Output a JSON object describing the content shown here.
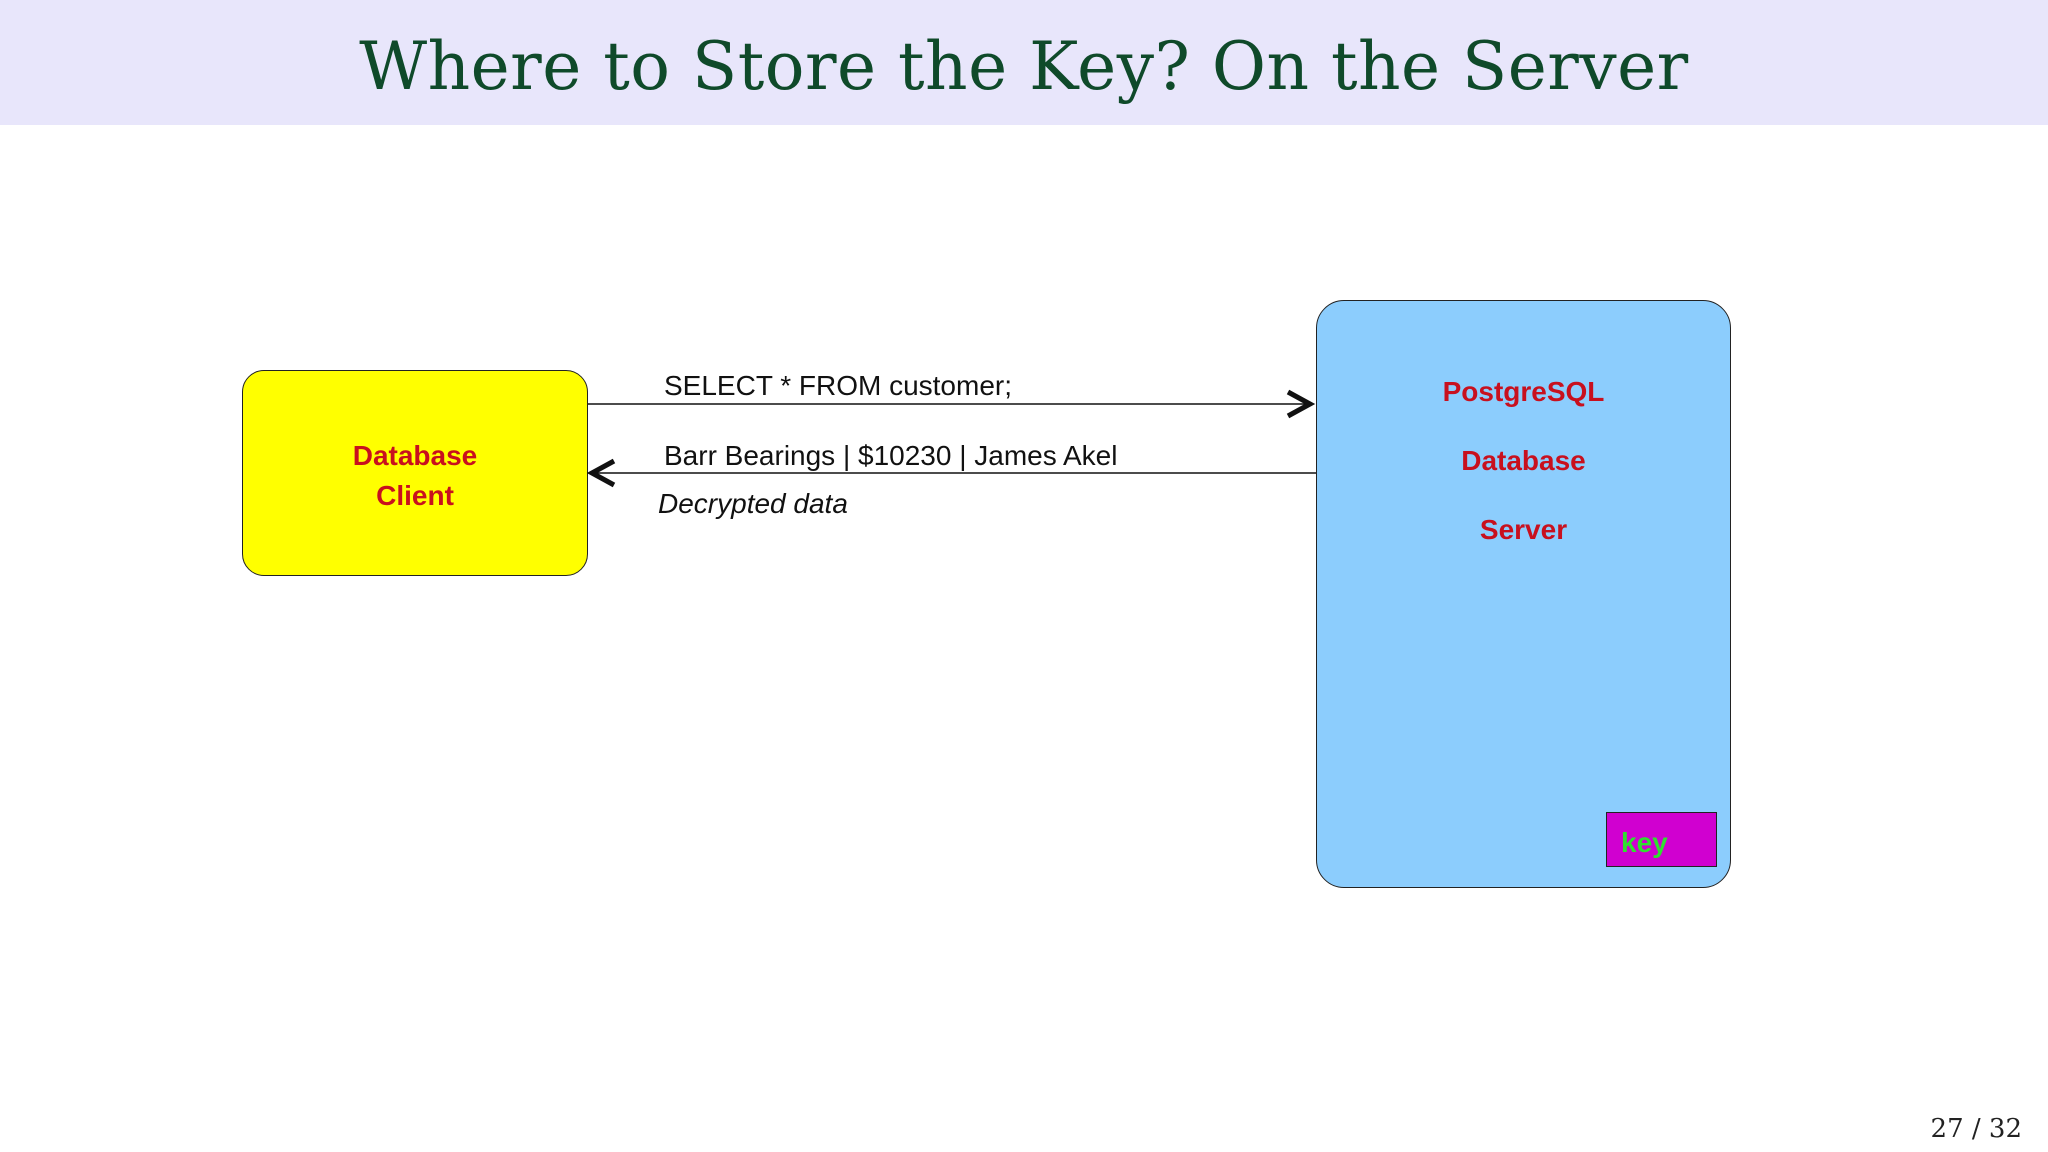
{
  "slide": {
    "title": "Where to Store the Key?  On the Server",
    "page_number": "27 / 32"
  },
  "diagram": {
    "client": {
      "line1": "Database",
      "line2": "Client",
      "fill": "#ffff00",
      "text_color": "#c8101e"
    },
    "server": {
      "line1": "PostgreSQL",
      "line2": "Database",
      "line3": "Server",
      "fill": "#8ccdfd",
      "text_color": "#c8101e"
    },
    "key": {
      "label": "key",
      "fill": "#d000d0",
      "text_color": "#2fe02f"
    },
    "messages": {
      "query": "SELECT * FROM customer;",
      "result": "Barr Bearings | $10230 | James Akel",
      "note": "Decrypted data"
    },
    "edges": [
      {
        "from": "client",
        "to": "server",
        "label": "SELECT * FROM customer;"
      },
      {
        "from": "server",
        "to": "client",
        "label": "Barr Bearings | $10230 | James Akel"
      }
    ]
  },
  "colors": {
    "title_bar": "#e8e6fb",
    "title_text": "#0f4a2a"
  }
}
